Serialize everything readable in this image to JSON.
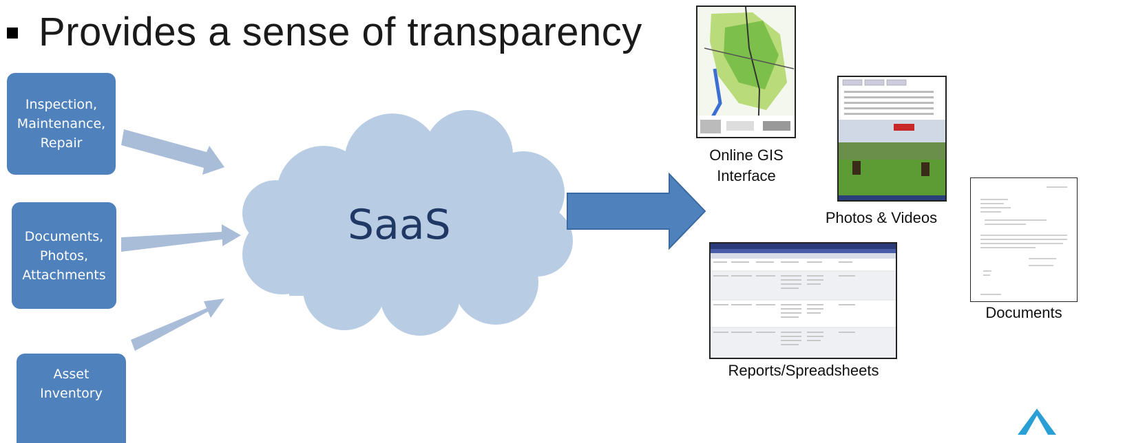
{
  "heading": "Provides a sense of transparency",
  "inputs": [
    {
      "label": "Inspection,\nMaintenance,\nRepair"
    },
    {
      "label": "Documents,\nPhotos,\nAttachments"
    },
    {
      "label": "Asset\nInventory"
    }
  ],
  "center": {
    "label": "SaaS"
  },
  "outputs": [
    {
      "caption": "Online GIS\nInterface"
    },
    {
      "caption": "Photos & Videos"
    },
    {
      "caption": "Reports/Spreadsheets"
    },
    {
      "caption": "Documents"
    }
  ],
  "colors": {
    "box": "#4f81bd",
    "cloud": "#b8cce4",
    "arrow_light": "#a9bcd8",
    "arrow_dark": "#4f81bd",
    "saas_text": "#1f3864"
  }
}
